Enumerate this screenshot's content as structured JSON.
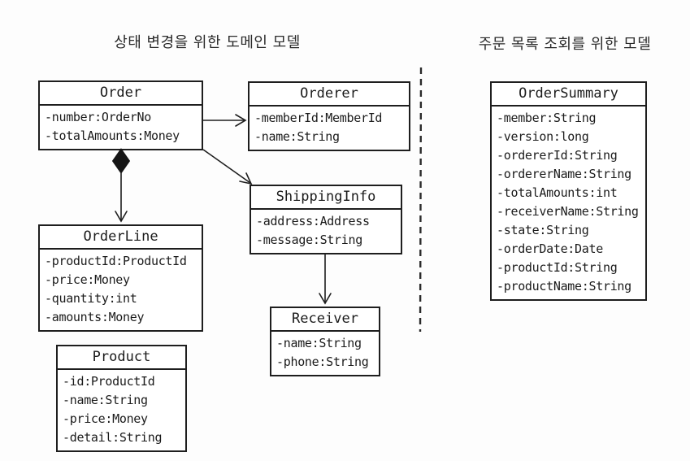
{
  "titles": {
    "left": "상태 변경을 위한 도메인 모델",
    "right": "주문 목록 조회를 위한 모델"
  },
  "classes": {
    "order": {
      "name": "Order",
      "attributes": [
        "-number:OrderNo",
        "-totalAmounts:Money"
      ]
    },
    "orderer": {
      "name": "Orderer",
      "attributes": [
        "-memberId:MemberId",
        "-name:String"
      ]
    },
    "shipping_info": {
      "name": "ShippingInfo",
      "attributes": [
        "-address:Address",
        "-message:String"
      ]
    },
    "order_line": {
      "name": "OrderLine",
      "attributes": [
        "-productId:ProductId",
        "-price:Money",
        "-quantity:int",
        "-amounts:Money"
      ]
    },
    "product": {
      "name": "Product",
      "attributes": [
        "-id:ProductId",
        "-name:String",
        "-price:Money",
        "-detail:String"
      ]
    },
    "receiver": {
      "name": "Receiver",
      "attributes": [
        "-name:String",
        "-phone:String"
      ]
    },
    "order_summary": {
      "name": "OrderSummary",
      "attributes": [
        "-member:String",
        "-version:long",
        "-ordererId:String",
        "-ordererName:String",
        "-totalAmounts:int",
        "-receiverName:String",
        "-state:String",
        "-orderDate:Date",
        "-productId:String",
        "-productName:String"
      ]
    }
  },
  "relations": [
    {
      "from": "Order",
      "to": "Orderer",
      "type": "association-arrow"
    },
    {
      "from": "Order",
      "to": "ShippingInfo",
      "type": "association-arrow"
    },
    {
      "from": "Order",
      "to": "OrderLine",
      "type": "composition-arrow"
    },
    {
      "from": "ShippingInfo",
      "to": "Receiver",
      "type": "association-arrow"
    }
  ],
  "divider": {
    "style": "dashed-vertical"
  },
  "colors": {
    "ink": "#1e1e1e",
    "background": "#fdfdfd",
    "box_fill": "#ffffff"
  }
}
